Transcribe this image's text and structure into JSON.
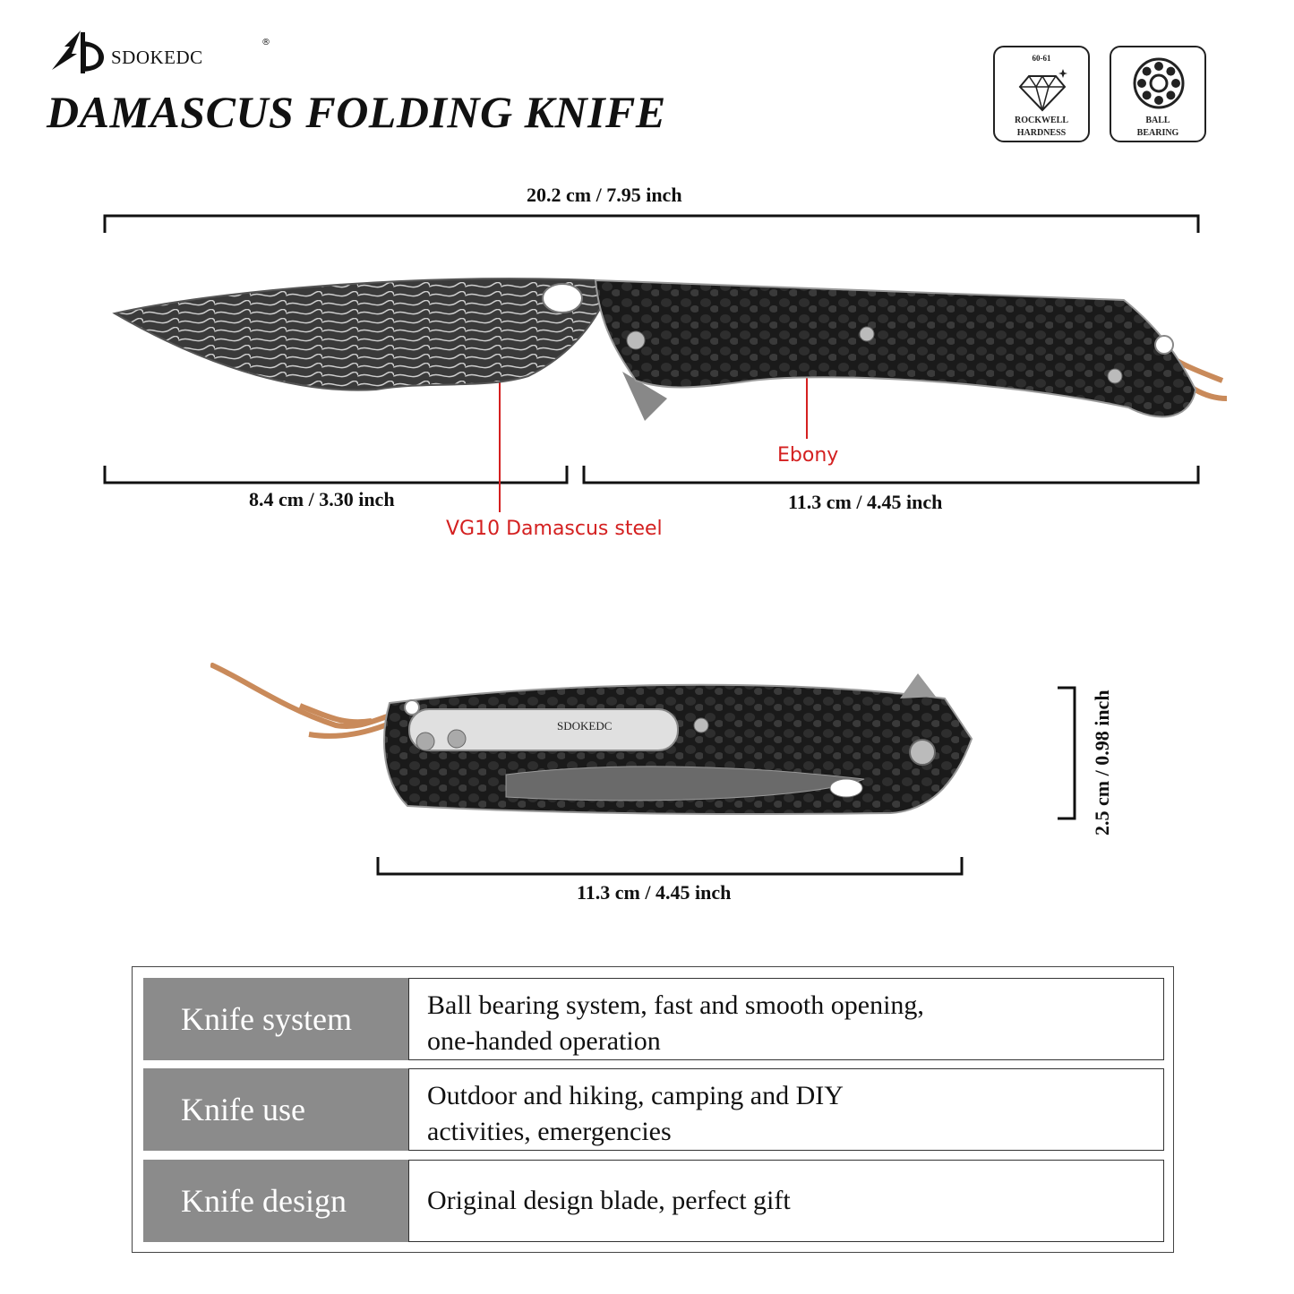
{
  "brand": {
    "name": "SDOKEDC",
    "mark": "®"
  },
  "title": "DAMASCUS FOLDING KNIFE",
  "badges": [
    {
      "icon": "diamond-icon",
      "top": "60-61",
      "line1": "ROCKWELL",
      "line2": "HARDNESS"
    },
    {
      "icon": "ball-bearing-icon",
      "line1": "BALL",
      "line2": "BEARING"
    }
  ],
  "dimensions": {
    "overall": "20.2 cm / 7.95 inch",
    "blade": "8.4 cm / 3.30 inch",
    "handle": "11.3 cm / 4.45 inch",
    "closed_length": "11.3 cm / 4.45 inch",
    "closed_width": "2.5 cm / 0.98 inch"
  },
  "callouts": {
    "blade_material": "VG10 Damascus steel",
    "handle_material": "Ebony"
  },
  "clip_text": "SDOKEDC",
  "specs": [
    {
      "label": "Knife system",
      "lines": [
        "Ball bearing system, fast and smooth opening,",
        "one-handed operation"
      ]
    },
    {
      "label": "Knife use",
      "lines": [
        "Outdoor and hiking, camping and DIY",
        "activities, emergencies"
      ]
    },
    {
      "label": "Knife design",
      "lines": [
        "Original design blade, perfect gift"
      ]
    }
  ],
  "colors": {
    "callout_red": "#d42020",
    "label_gray": "#8b8b8b",
    "cord_tan": "#c98a5a"
  }
}
